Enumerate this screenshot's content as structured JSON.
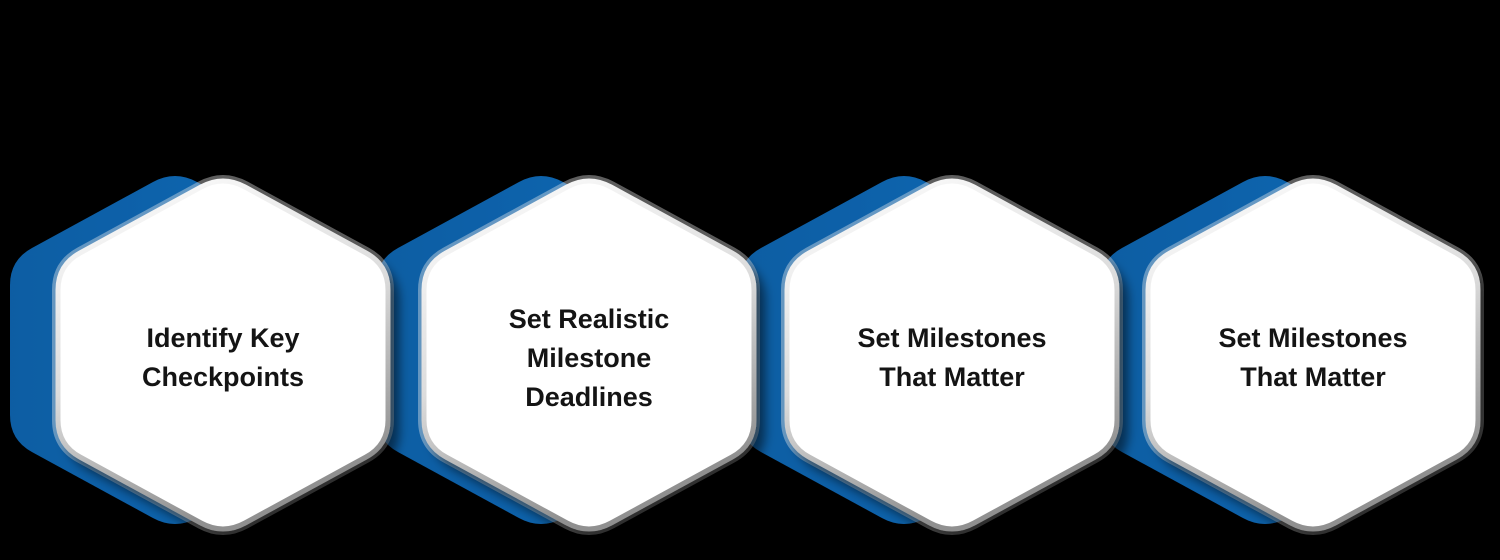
{
  "diagram": {
    "type": "hexagon-process-infographic",
    "step_count": 4,
    "colors": {
      "hexagon_blue": "#1164ad",
      "hexagon_white": "#ffffff",
      "rim_gray": "#909090",
      "label_text": "#141414",
      "background": "#000000"
    }
  },
  "hexagons": [
    {
      "label": "Identify Key Checkpoints",
      "lines": [
        "Identify Key",
        "Checkpoints"
      ]
    },
    {
      "label": "Set Realistic Milestone Deadlines",
      "lines": [
        "Set Realistic",
        "Milestone",
        "Deadlines"
      ]
    },
    {
      "label": "Set Milestones That Matter",
      "lines": [
        "Set Milestones",
        "That Matter"
      ]
    },
    {
      "label": "Set Milestones That Matter",
      "lines": [
        "Set Milestones",
        "That Matter"
      ]
    }
  ]
}
